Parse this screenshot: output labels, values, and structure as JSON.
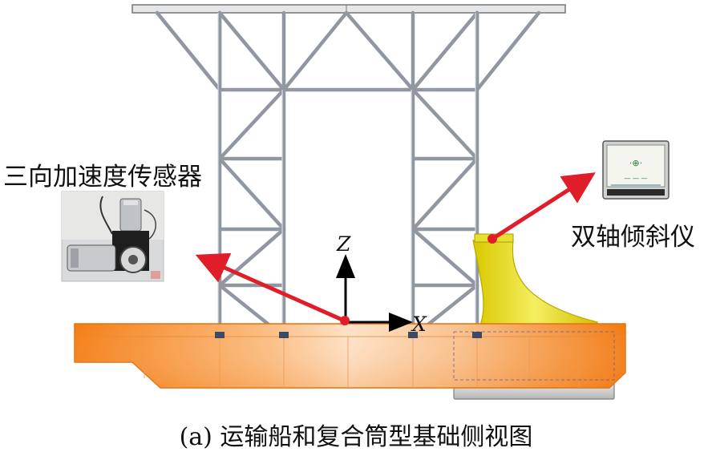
{
  "labels": {
    "accelerometer": "三向加速度传感器",
    "inclinometer": "双轴倾斜仪",
    "axis_z": "Z",
    "axis_x": "X"
  },
  "caption": "(a) 运输船和复合筒型基础侧视图",
  "colors": {
    "hull": "#f59f4a",
    "bucket": "#e0dc1f",
    "arrow": "#e01e2a",
    "truss": "#9aa0a6"
  }
}
